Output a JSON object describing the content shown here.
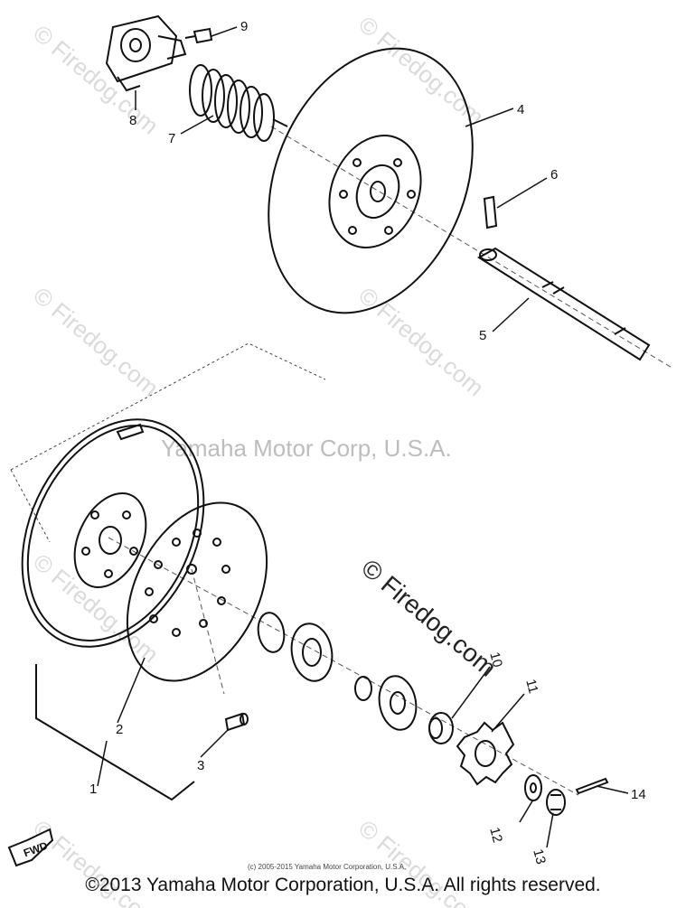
{
  "parts": [
    {
      "num": "1"
    },
    {
      "num": "2"
    },
    {
      "num": "3"
    },
    {
      "num": "4"
    },
    {
      "num": "5"
    },
    {
      "num": "6"
    },
    {
      "num": "7"
    },
    {
      "num": "8"
    },
    {
      "num": "9"
    },
    {
      "num": "10"
    },
    {
      "num": "11"
    },
    {
      "num": "12"
    },
    {
      "num": "13"
    },
    {
      "num": "14"
    }
  ],
  "watermark": {
    "corp": "Yamaha Motor Corp, U.S.A.",
    "site": "© Firedog.com",
    "tile": "© Firedog.com"
  },
  "fwd_label": "FWD",
  "small_copyright": "(c) 2005-2015 Yamaha Motor Corporation, U.S.A.",
  "footer": "©2013 Yamaha Motor Corporation, U.S.A. All rights reserved."
}
